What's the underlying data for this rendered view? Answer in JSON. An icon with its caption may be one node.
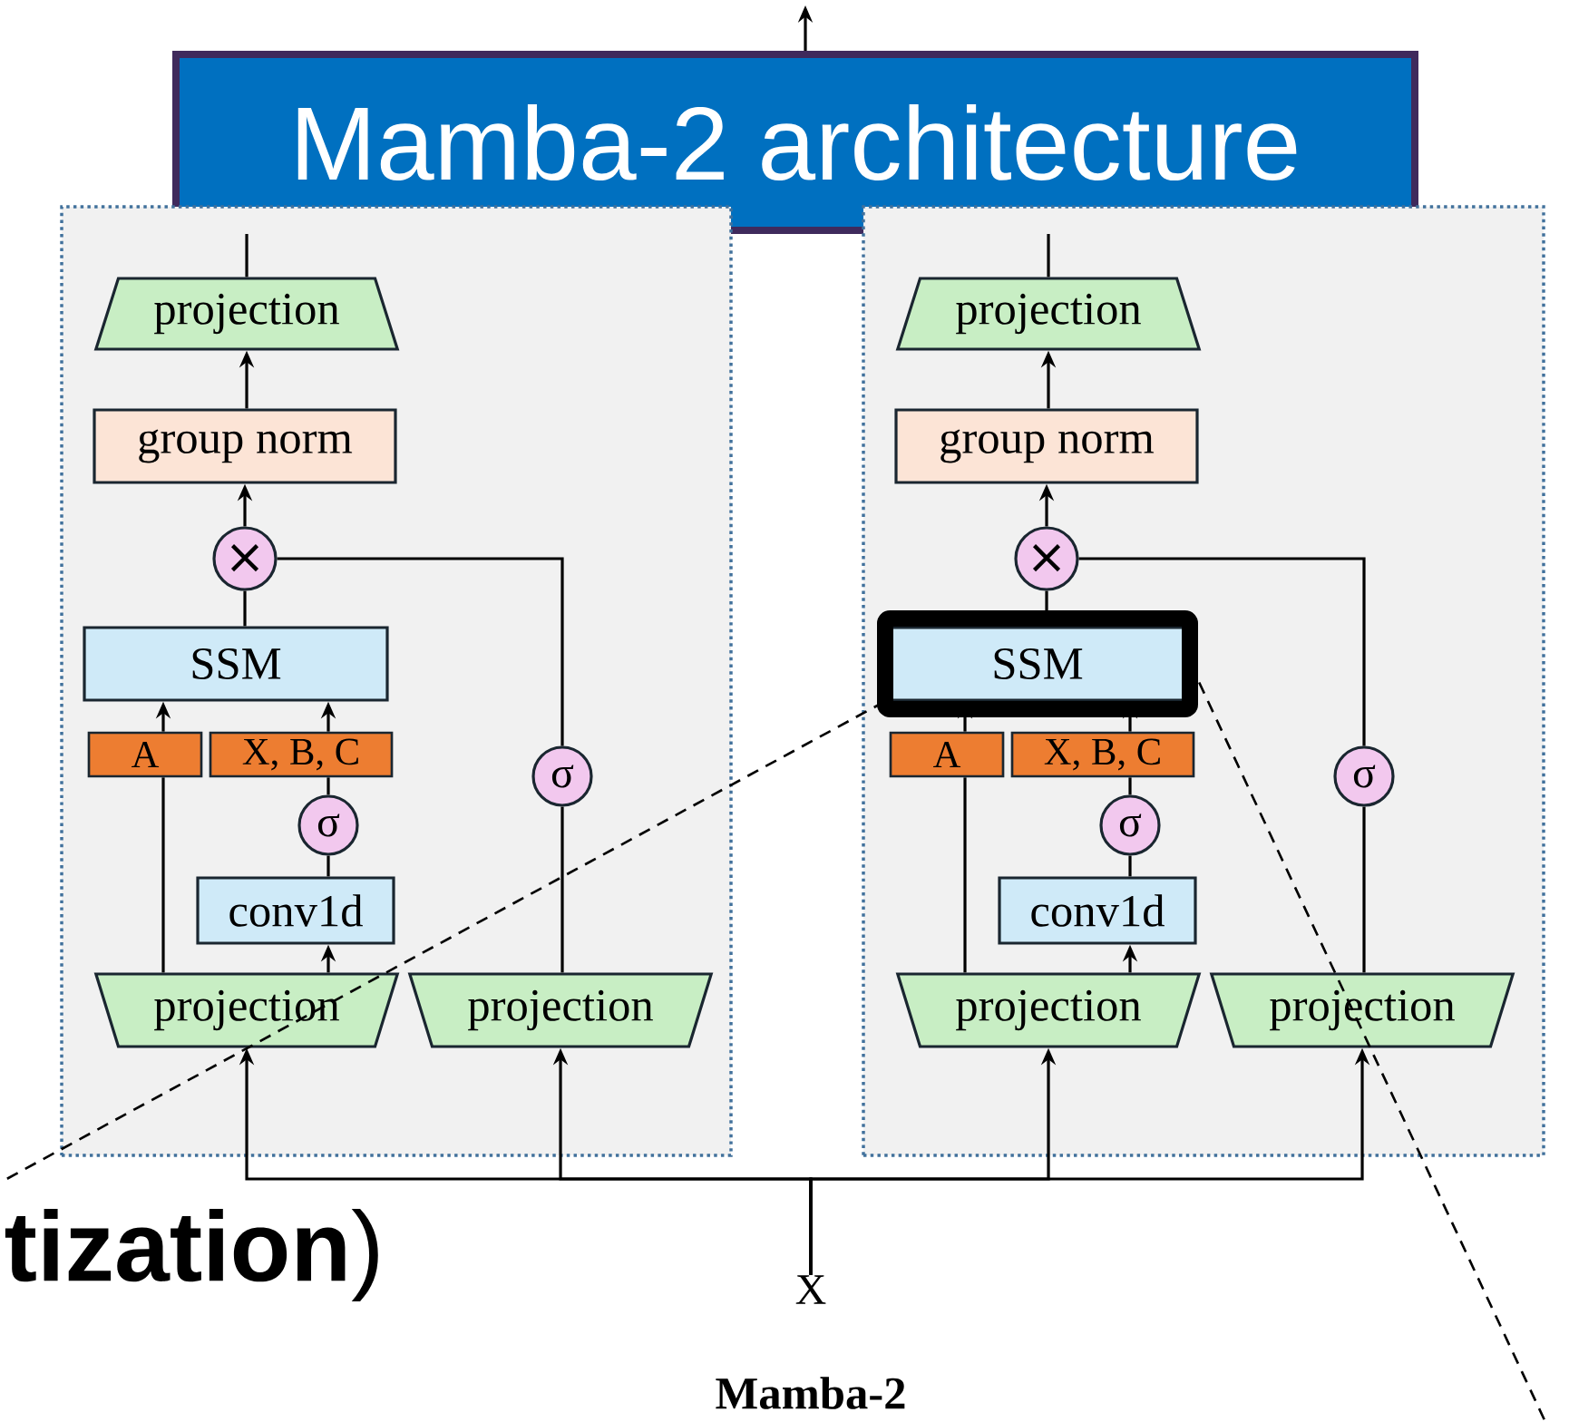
{
  "diagram": {
    "caption": "Mamba-2",
    "nodes": [
      {
        "text": [
          "Mamba-2 architecture"
        ]
      },
      {
        "text": [],
        "shape": "box"
      },
      {
        "text": [
          "projection"
        ],
        "in": 1
      },
      {
        "text": [
          "group norm"
        ],
        "in": 1
      },
      {
        "text": [
          "×"
        ],
        "in": 1
      },
      {
        "text": [
          "SSM"
        ],
        "in": 1
      },
      {
        "text": [
          "A"
        ],
        "in": 1
      },
      {
        "text": [
          "X, B, C"
        ],
        "in": 1
      },
      {
        "text": [
          "σ"
        ],
        "in": 1
      },
      {
        "text": [
          "conv1d"
        ],
        "in": 1
      },
      {
        "text": [
          "projection"
        ],
        "in": 1
      },
      {
        "text": [
          "σ"
        ],
        "in": 1
      },
      {
        "text": [
          "projection"
        ],
        "in": 1
      },
      {
        "text": [],
        "shape": "box"
      },
      {
        "text": [
          "projection"
        ],
        "in": 13
      },
      {
        "text": [
          "group norm"
        ],
        "in": 13
      },
      {
        "text": [
          "×"
        ],
        "in": 13
      },
      {
        "text": [
          "SSM"
        ],
        "in": 13
      },
      {
        "text": [
          "A"
        ],
        "in": 13
      },
      {
        "text": [
          "X, B, C"
        ],
        "in": 13
      },
      {
        "text": [
          "σ"
        ],
        "in": 13
      },
      {
        "text": [
          "conv1d"
        ],
        "in": 13
      },
      {
        "text": [
          "projection"
        ],
        "in": 13
      },
      {
        "text": [
          "σ"
        ],
        "in": 13
      },
      {
        "text": [
          "projection"
        ],
        "in": 13
      },
      {
        "text": [
          "X"
        ]
      }
    ],
    "edges": [
      {
        "from": 10,
        "to": 6,
        "arrow": "none"
      },
      {
        "from": 6,
        "to": 5,
        "arrow": "to"
      },
      {
        "from": 10,
        "to": 9,
        "arrow": "to"
      },
      {
        "from": 9,
        "to": 8,
        "arrow": "none"
      },
      {
        "from": 8,
        "to": 7,
        "arrow": "none"
      },
      {
        "from": 7,
        "to": 5,
        "arrow": "to"
      },
      {
        "from": 5,
        "to": 4,
        "arrow": "none"
      },
      {
        "from": 4,
        "to": 3,
        "arrow": "to"
      },
      {
        "from": 3,
        "to": 2,
        "arrow": "to"
      },
      {
        "from": 2,
        "to": 0,
        "arrow": "none"
      },
      {
        "from": 12,
        "to": 11,
        "arrow": "none"
      },
      {
        "from": 11,
        "to": 4,
        "arrow": "none"
      },
      {
        "from": 22,
        "to": 18,
        "arrow": "none"
      },
      {
        "from": 18,
        "to": 17,
        "arrow": "to"
      },
      {
        "from": 22,
        "to": 21,
        "arrow": "to"
      },
      {
        "from": 21,
        "to": 20,
        "arrow": "none"
      },
      {
        "from": 20,
        "to": 19,
        "arrow": "none"
      },
      {
        "from": 19,
        "to": 17,
        "arrow": "to"
      },
      {
        "from": 17,
        "to": 16,
        "arrow": "none"
      },
      {
        "from": 16,
        "to": 15,
        "arrow": "to"
      },
      {
        "from": 15,
        "to": 14,
        "arrow": "to"
      },
      {
        "from": 14,
        "to": 0,
        "arrow": "none"
      },
      {
        "from": 24,
        "to": 23,
        "arrow": "none"
      },
      {
        "from": 23,
        "to": 16,
        "arrow": "none"
      },
      {
        "from": 25,
        "to": 10,
        "arrow": "to"
      },
      {
        "from": 25,
        "to": 12,
        "arrow": "to"
      },
      {
        "from": 25,
        "to": 22,
        "arrow": "to"
      },
      {
        "from": 25,
        "to": 24,
        "arrow": "to"
      },
      {
        "from": 0,
        "to": null,
        "arrow": "to"
      },
      {
        "from": 17,
        "to": null,
        "arrow": "none",
        "style": "dashed"
      },
      {
        "from": 17,
        "to": null,
        "arrow": "none",
        "style": "dashed"
      }
    ],
    "labels": [
      "**tization**)"
    ]
  }
}
